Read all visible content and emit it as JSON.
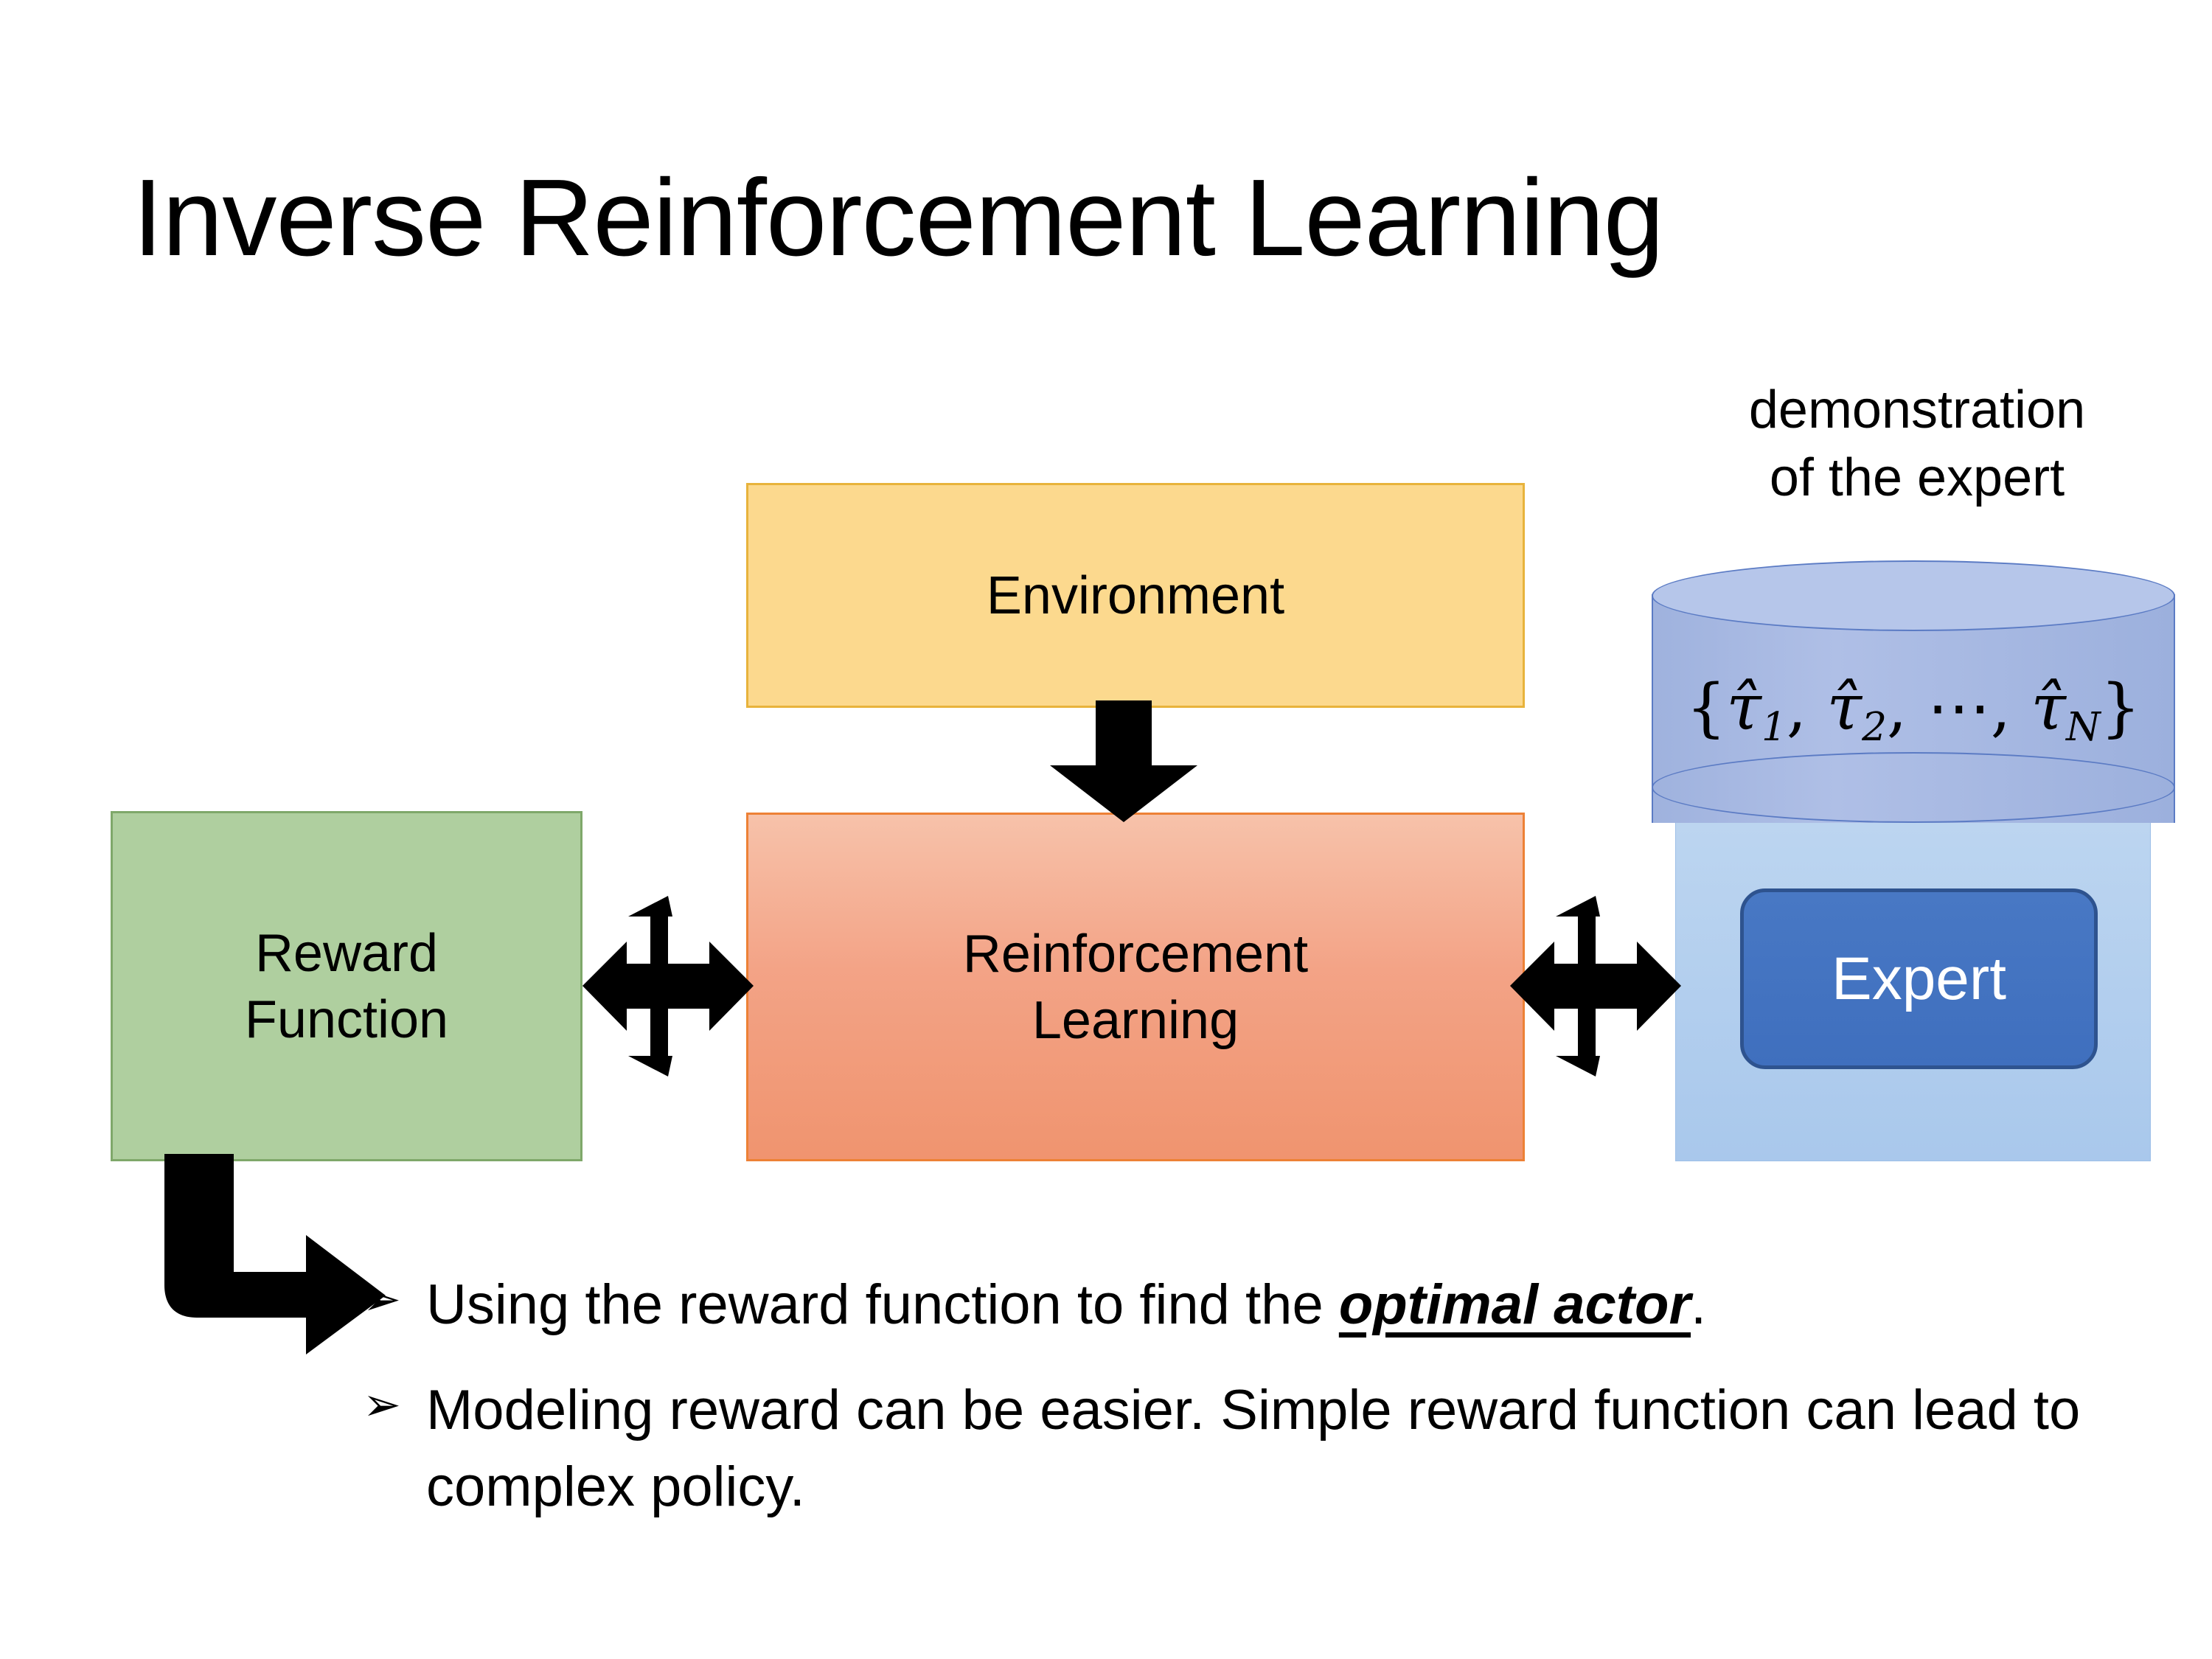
{
  "slide": {
    "title": "Inverse Reinforcement Learning",
    "background_color": "#FFFFFF"
  },
  "diagram": {
    "environment_box": {
      "label": "Environment",
      "fill_color": "#FCD98E",
      "border_color": "#E8B33C"
    },
    "reward_box": {
      "label": "Reward\nFunction",
      "fill_color": "#AFCF9F",
      "border_color": "#7FA86A"
    },
    "rl_box": {
      "label": "Reinforcement\nLearning",
      "fill_color": "#F3A386",
      "border_color": "#ED8136"
    },
    "demonstration": {
      "caption": "demonstration\nof the expert",
      "cylinder_formula_open": "{",
      "cylinder_formula": "τ̂",
      "cylinder_fill_color": "#A3B4E0",
      "cylinder_border_color": "#5B7BC4",
      "trajectory_symbol": "τ̂",
      "trajectory_indices": [
        "1",
        "2",
        "N"
      ],
      "ellipsis": "⋯",
      "formula_text": "{τ̂₁, τ̂₂, ⋯, τ̂N}"
    },
    "expert_box": {
      "label": "Expert",
      "fill_color": "#4878C4",
      "border_color": "#2E538F",
      "text_color": "#FFFFFF",
      "panel_fill_color": "#AFCCEE"
    },
    "arrows": {
      "environment_to_rl": "down-block-arrow",
      "reward_to_rl": "left-right-up-down-arrow",
      "rl_to_expert": "left-right-up-down-arrow",
      "reward_to_bullets": "bent-elbow-arrow",
      "color": "#000000"
    }
  },
  "bullets": [
    {
      "marker": "➢",
      "text_before": "Using the reward function to find the ",
      "emphasis": "optimal actor",
      "text_after": "."
    },
    {
      "marker": "➢",
      "text_before": "Modeling reward can be easier. Simple reward function can lead to complex policy.",
      "emphasis": "",
      "text_after": ""
    }
  ]
}
